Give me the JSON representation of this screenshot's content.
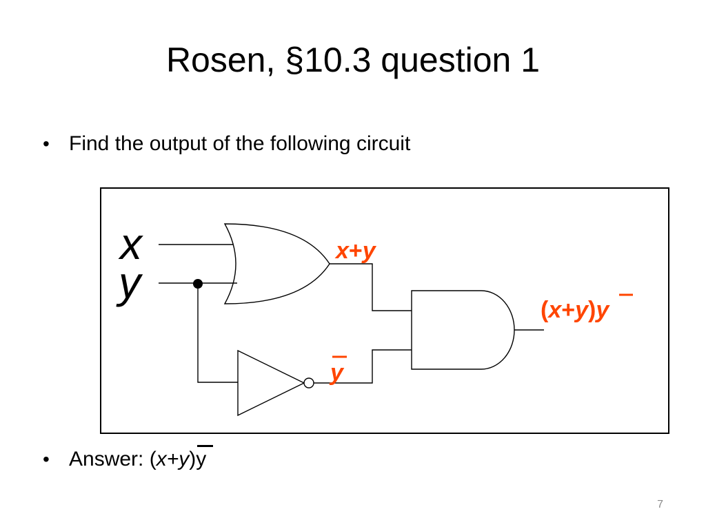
{
  "slide": {
    "title": "Rosen, §10.3 question 1",
    "page_number": "7"
  },
  "bullets": [
    {
      "marker": "•",
      "text": "Find the output of the following circuit"
    }
  ],
  "answer": {
    "marker": "•",
    "prefix": "Answer: (",
    "x": "x",
    "plus": "+",
    "y": "y",
    "close": ")",
    "ybar": "y"
  },
  "circuit": {
    "input_x": "x",
    "input_y": "y",
    "or_output_label": {
      "x": "x",
      "plus": "+",
      "y": "y"
    },
    "not_output_label": "y",
    "and_output_label": {
      "open": "(",
      "x": "x",
      "plus": "+",
      "y": "y",
      "close": ")",
      "ybar": "y"
    },
    "label_color": "#ff4500"
  }
}
